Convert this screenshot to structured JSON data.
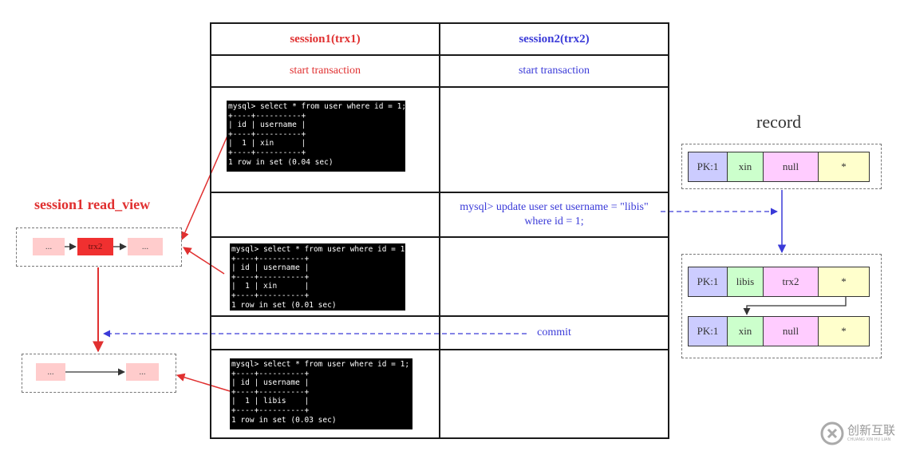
{
  "table": {
    "header": {
      "session1": "session1(trx1)",
      "session2": "session2(trx2)"
    },
    "row1": {
      "session1": "start transaction",
      "session2": "start transaction"
    },
    "row2": {
      "query": "mysql> select * from user where id = 1;",
      "sep": "+----+----------+",
      "head": "| id | username |",
      "data": "|  1 | xin      |",
      "foot": "1 row in set (0.04 sec)"
    },
    "row3": {
      "update_line1": "mysql> update user set username = \"libis\"",
      "update_line2": "where id = 1;"
    },
    "row4": {
      "query": "mysql> select * from user where id = 1;",
      "sep": "+----+----------+",
      "head": "| id | username |",
      "data": "|  1 | xin      |",
      "foot": "1 row in set (0.01 sec)"
    },
    "row5": {
      "commit": "commit"
    },
    "row6": {
      "query": "mysql> select * from user where id = 1;",
      "sep": "+----+----------+",
      "head": "| id | username |",
      "data": "|  1 | libis    |",
      "foot": "1 row in set (0.03 sec)"
    }
  },
  "read_view": {
    "title": "session1 read_view",
    "view1": [
      "...",
      "trx2",
      "..."
    ],
    "view2": [
      "...",
      "..."
    ]
  },
  "record": {
    "title": "record",
    "before": [
      "PK:1",
      "xin",
      "null",
      "*"
    ],
    "after": [
      "PK:1",
      "libis",
      "trx2",
      "*"
    ],
    "undo": [
      "PK:1",
      "xin",
      "null",
      "*"
    ]
  },
  "watermark": {
    "text": "创新互联",
    "sub": "CHUANG XIN HU LIAN"
  },
  "colors": {
    "red": "#e03030",
    "blue": "#3a3ad8",
    "pk": "#ccccff",
    "name": "#ccffcc",
    "trx": "#ffccff",
    "ptr": "#ffffcc",
    "pill": "#ffcccc",
    "trxpill": "#f03030"
  }
}
